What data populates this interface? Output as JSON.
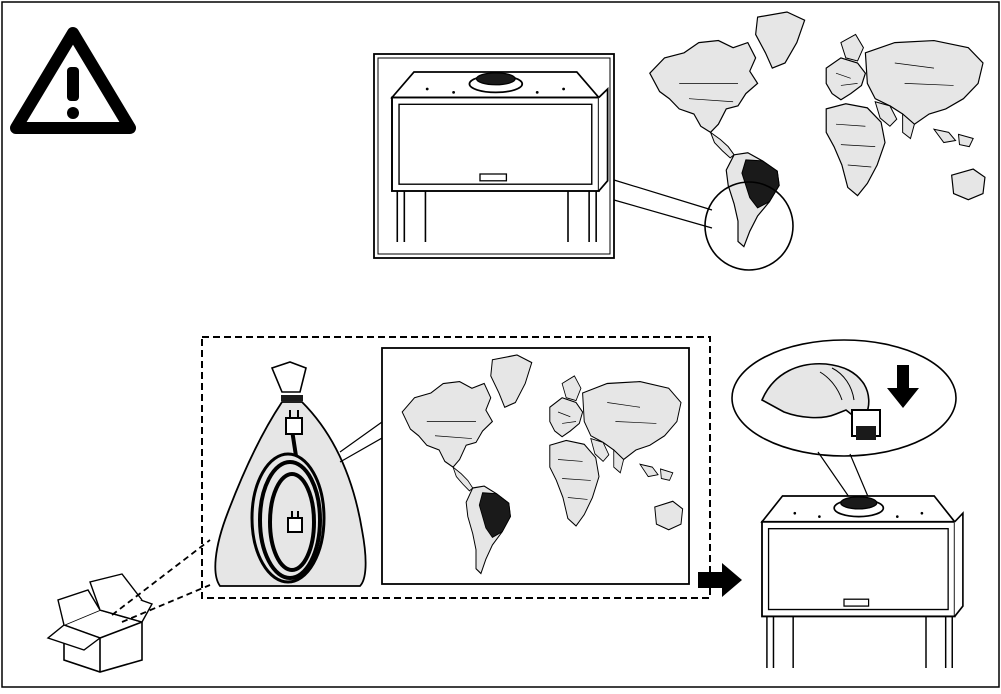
{
  "diagram": {
    "icons": [
      "warning-triangle-icon",
      "down-arrow-icon",
      "right-arrow-icon",
      "cardboard-box-icon",
      "power-plug-icon"
    ],
    "colors": {
      "outline": "#000000",
      "land": "#e6e6e6",
      "highlight_region": "#1a1a1a",
      "background": "#ffffff"
    },
    "panels": [
      "appliance-with-region-map",
      "packaging-bag-with-power-cord",
      "plug-insertion-on-appliance"
    ]
  }
}
